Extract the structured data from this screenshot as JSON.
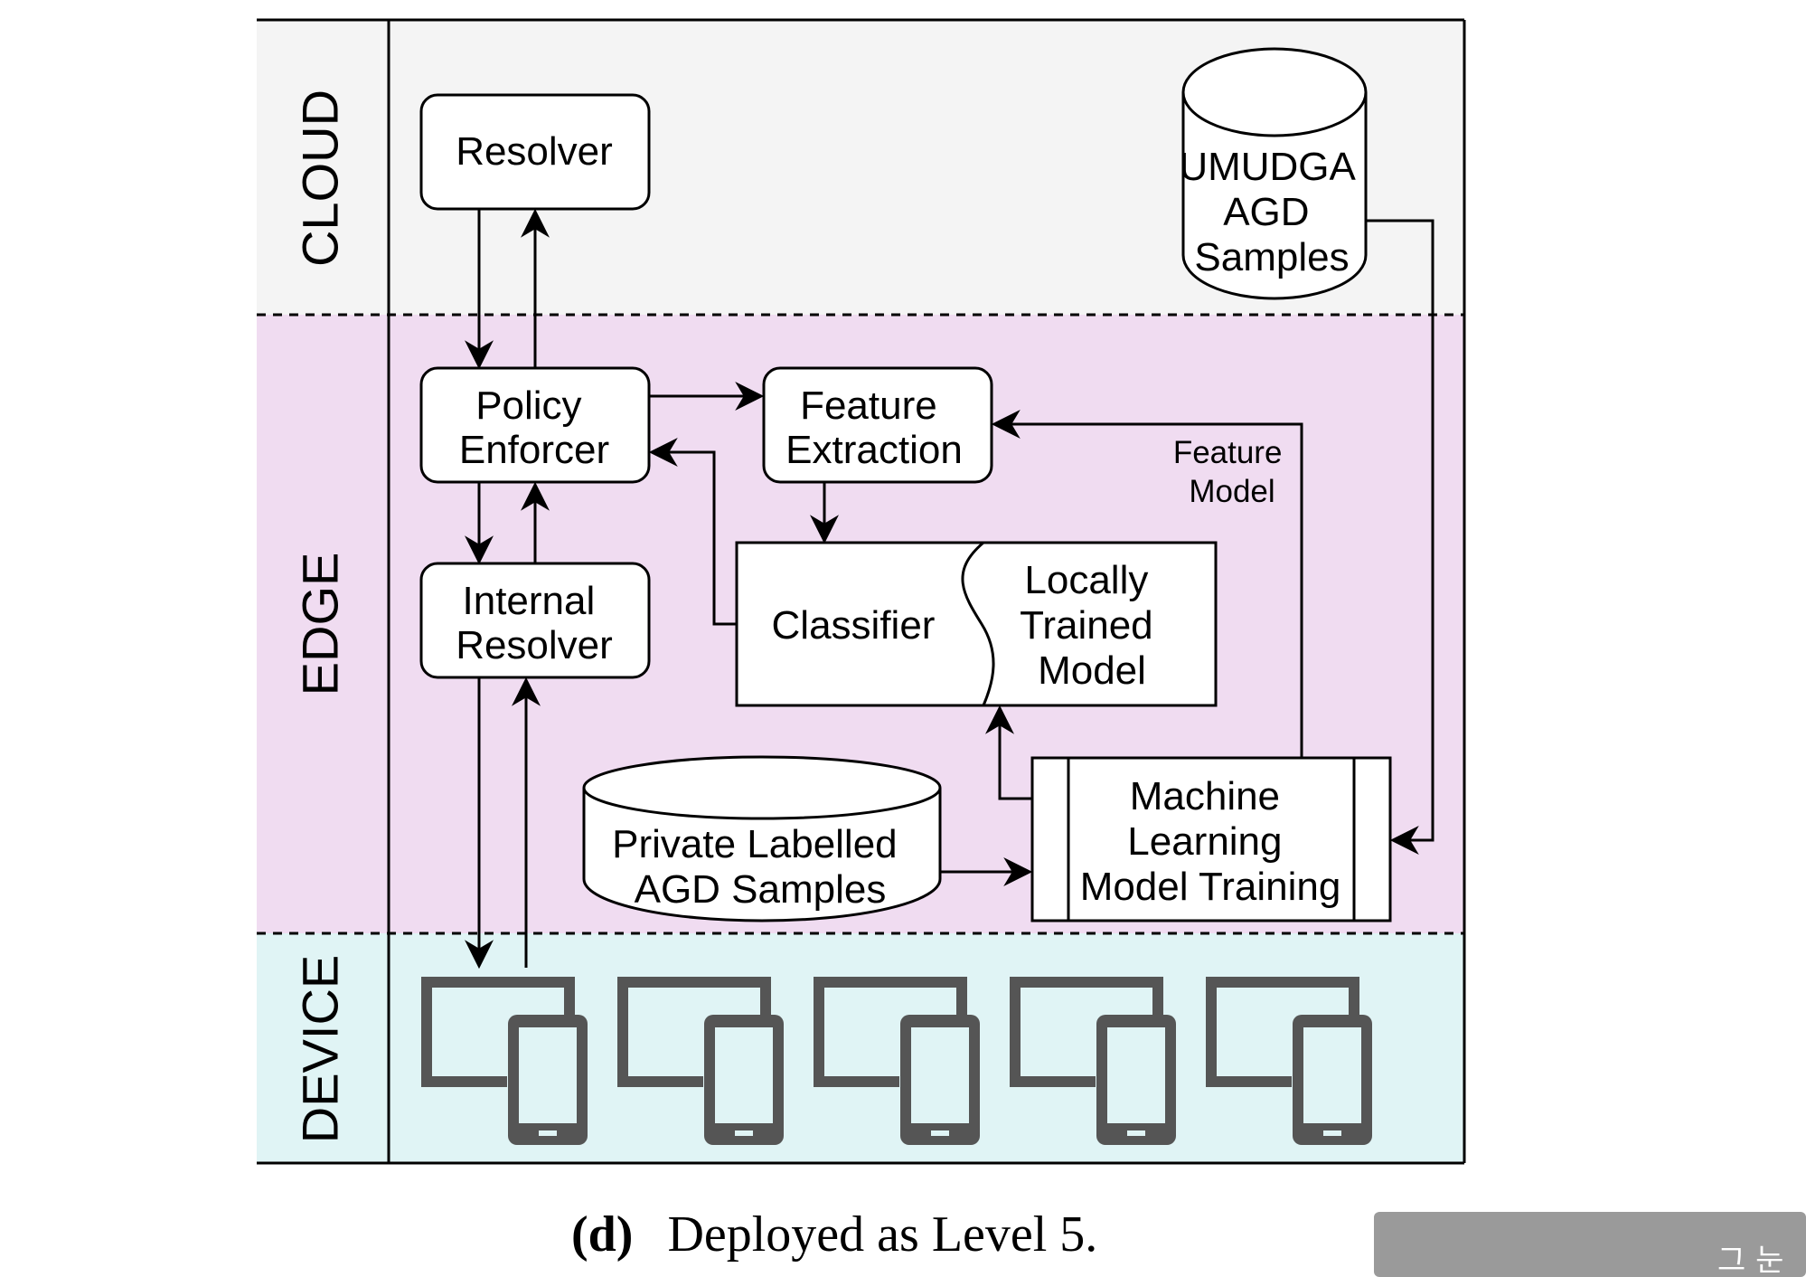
{
  "lanes": {
    "cloud": "CLOUD",
    "edge": "EDGE",
    "device": "DEVICE"
  },
  "nodes": {
    "resolver": [
      "Resolver"
    ],
    "policy_enforcer": [
      "Policy",
      "Enforcer"
    ],
    "internal_resolver": [
      "Internal",
      "Resolver"
    ],
    "feature_extraction": [
      "Feature",
      "Extraction"
    ],
    "classifier": "Classifier",
    "locally_trained_model": [
      "Locally",
      "Trained",
      "Model"
    ],
    "umudga": [
      "UMUDGA",
      "AGD",
      "Samples"
    ],
    "private_samples": [
      "Private Labelled",
      "AGD Samples"
    ],
    "ml_training": [
      "Machine",
      "Learning",
      "Model Training"
    ]
  },
  "edge_labels": {
    "feature_model": [
      "Feature",
      "Model"
    ]
  },
  "devices": {
    "count": 5,
    "icon": "monitor-and-phone-icon"
  },
  "caption": {
    "label": "(d)",
    "text": "Deployed as Level 5."
  },
  "overlay": {
    "text": "그 눈"
  },
  "colors": {
    "cloud_bg": "#f4f4f4",
    "edge_bg": "#f0dcf1",
    "device_bg": "#e0f4f5",
    "device_icon": "#555555"
  }
}
